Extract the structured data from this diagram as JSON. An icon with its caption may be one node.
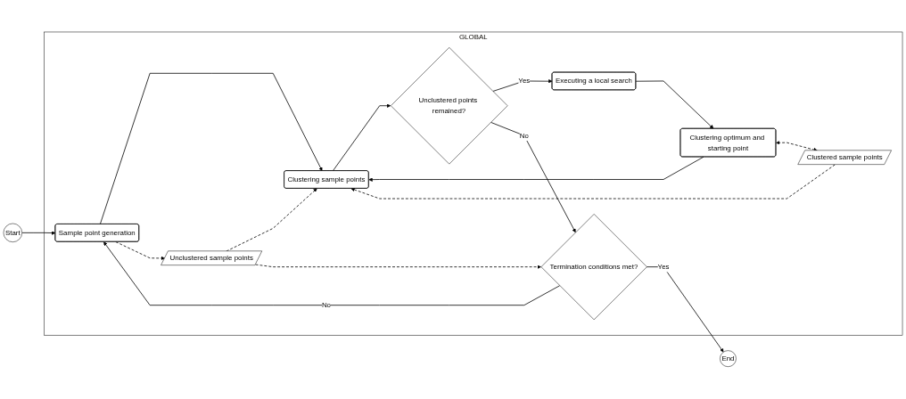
{
  "diagram": {
    "nodes": [
      {
        "text": [
          "GLOBAL"
        ]
      },
      {
        "text": [
          "Start"
        ]
      },
      {
        "text": [
          "Sample point generation"
        ],
        "in": 0
      },
      {
        "text": [
          "Clustering optimum and starting point"
        ],
        "in": 0
      },
      {
        "text": [
          "Executing a local search"
        ],
        "in": 0
      },
      {
        "text": [
          "Clustered sample points"
        ],
        "in": 0
      },
      {
        "text": [
          "Clustering sample points"
        ],
        "in": 0
      },
      {
        "text": [
          "Unclustered points remained?"
        ],
        "in": 0
      },
      {
        "text": [
          "Unclustered sample points"
        ],
        "in": 0
      },
      {
        "text": [
          "Termination conditions met?"
        ],
        "in": 0
      },
      {
        "text": [
          "End"
        ]
      }
    ],
    "edges": [
      {
        "from": 1,
        "to": 2,
        "arrow": "to"
      },
      {
        "from": 2,
        "to": 6,
        "arrow": "to"
      },
      {
        "from": 3,
        "to": 6,
        "arrow": "to"
      },
      {
        "from": 4,
        "to": 3,
        "arrow": "to"
      },
      {
        "from": 3,
        "to": 5,
        "arrow": "both",
        "style": "dashed"
      },
      {
        "from": 5,
        "to": 6,
        "arrow": "to",
        "style": "dashed"
      },
      {
        "from": 2,
        "to": 8,
        "arrow": "to",
        "style": "dashed"
      },
      {
        "from": 8,
        "to": 6,
        "arrow": "to",
        "style": "dashed"
      },
      {
        "from": 8,
        "to": 9,
        "arrow": "to",
        "style": "dashed"
      },
      {
        "from": 6,
        "to": 7,
        "arrow": "to"
      },
      {
        "from": 7,
        "to": 4,
        "label": "Yes",
        "arrow": "to"
      },
      {
        "from": 7,
        "to": 9,
        "label": "No",
        "arrow": "to"
      },
      {
        "from": 9,
        "to": 10,
        "label": "Yes",
        "arrow": "to"
      },
      {
        "from": 9,
        "to": 2,
        "label": "No",
        "arrow": "to"
      }
    ]
  }
}
